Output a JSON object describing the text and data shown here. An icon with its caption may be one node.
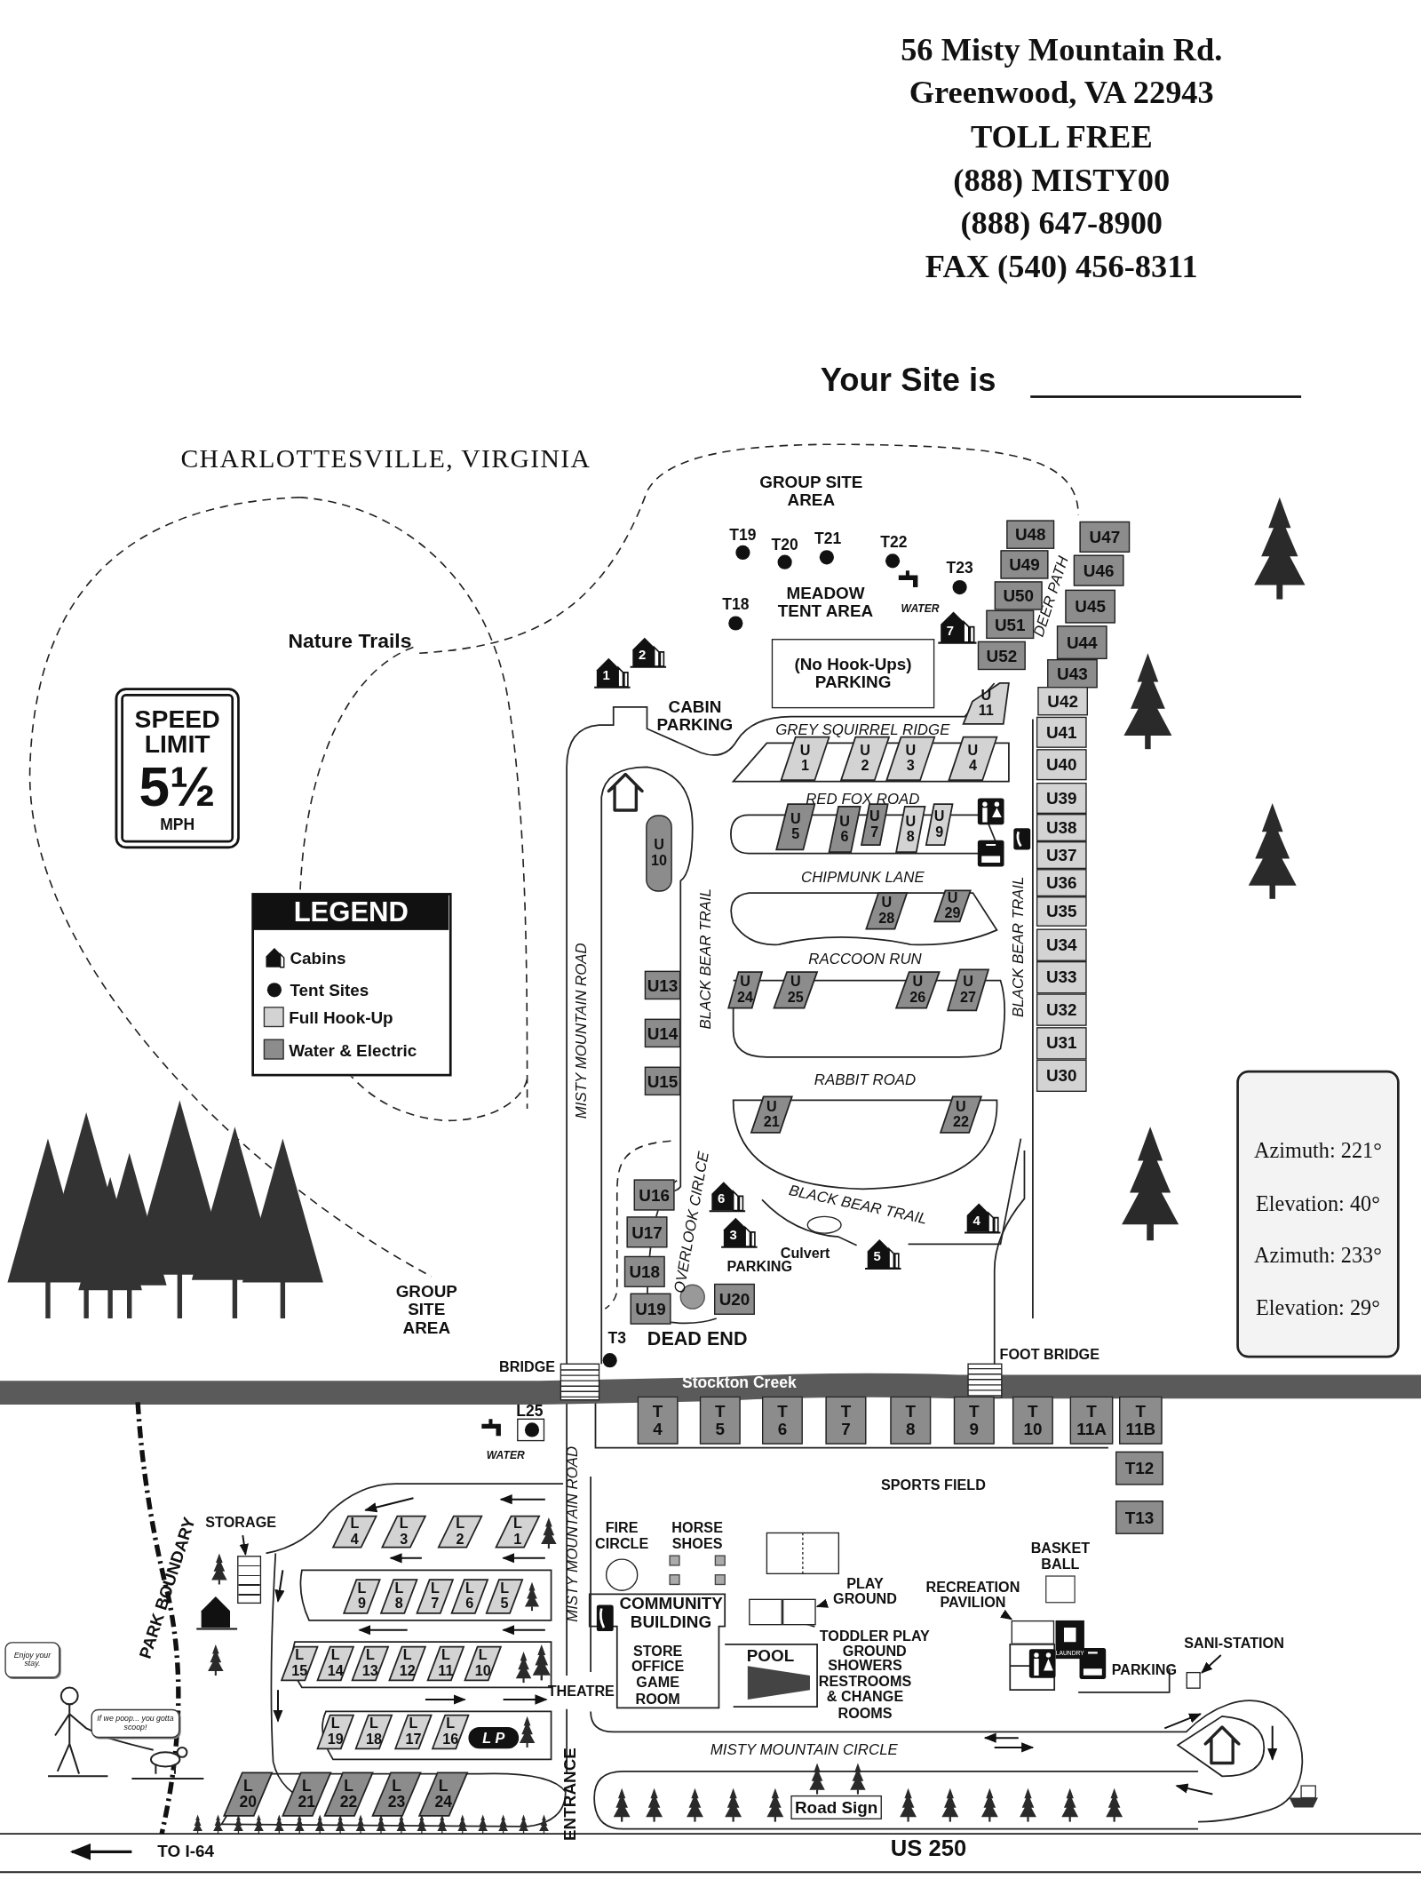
{
  "diagram": {
    "nodes": [
      {
        "text": [
          "U48"
        ]
      },
      {
        "text": [
          "U47"
        ]
      },
      {
        "text": [
          "U49"
        ]
      },
      {
        "text": [
          "U46"
        ]
      },
      {
        "text": [
          "U50"
        ]
      },
      {
        "text": [
          "U45"
        ]
      },
      {
        "text": [
          "U51"
        ]
      },
      {
        "text": [
          "U44"
        ]
      },
      {
        "text": [
          "U52"
        ]
      },
      {
        "text": [
          "U43"
        ]
      },
      {
        "text": [
          "1"
        ]
      },
      {
        "text": [
          "2"
        ]
      },
      {
        "text": [
          "7"
        ]
      },
      {
        "text": [
          "(No Hook-Ups) PARKING"
        ]
      },
      {
        "text": [
          "U 11"
        ]
      },
      {
        "text": [
          "U42"
        ]
      },
      {
        "text": [
          "SPEED LIMIT",
          "5½",
          "MPH"
        ]
      },
      {
        "text": [
          "U41"
        ]
      },
      {
        "text": [
          "U 1"
        ]
      },
      {
        "text": [
          "U 2"
        ]
      },
      {
        "text": [
          "U 3"
        ]
      },
      {
        "text": [
          "U 4"
        ]
      },
      {
        "text": [
          "U40"
        ]
      },
      {
        "text": [
          "U39"
        ]
      },
      {
        "text": [
          "U 5"
        ]
      },
      {
        "text": [
          "U 6"
        ]
      },
      {
        "text": [
          "U 7"
        ]
      },
      {
        "text": [
          "U 8"
        ]
      },
      {
        "text": [
          "U 9"
        ]
      },
      {
        "text": [
          "U38"
        ]
      },
      {
        "text": [
          "U37"
        ]
      },
      {
        "text": [
          "U 10"
        ]
      },
      {
        "text": [
          "U36"
        ]
      },
      {
        "text": [
          "U 28"
        ]
      },
      {
        "text": [
          "U 29"
        ]
      },
      {
        "text": [
          "U35"
        ]
      },
      {
        "text": [
          "U34"
        ]
      },
      {
        "text": [
          "U13"
        ]
      },
      {
        "text": [
          "U 24"
        ]
      },
      {
        "text": [
          "U 25"
        ]
      },
      {
        "text": [
          "U 26"
        ]
      },
      {
        "text": [
          "U 27"
        ]
      },
      {
        "text": [
          "U33"
        ]
      },
      {
        "text": [
          "U14"
        ]
      },
      {
        "text": [
          "U32"
        ]
      },
      {
        "text": [
          "U31"
        ]
      },
      {
        "text": [
          "U15"
        ]
      },
      {
        "text": [
          "U30"
        ]
      },
      {
        "text": [
          "U 21"
        ]
      },
      {
        "text": [
          "U 22"
        ]
      },
      {
        "text": [
          "Azimuth: 221°",
          "Elevation: 40°",
          "Azimuth: 233°",
          "Elevation: 29°"
        ]
      },
      {
        "text": [
          "U16"
        ]
      },
      {
        "text": [
          "6"
        ]
      },
      {
        "text": [
          "4"
        ]
      },
      {
        "text": [
          "U17"
        ]
      },
      {
        "text": [
          "3"
        ]
      },
      {
        "text": [
          "5"
        ]
      },
      {
        "text": [
          "U18"
        ]
      },
      {
        "text": [
          "U19"
        ]
      },
      {
        "text": [
          "U20"
        ]
      },
      {
        "text": [
          "T 4"
        ]
      },
      {
        "text": [
          "T 5"
        ]
      },
      {
        "text": [
          "T 6"
        ]
      },
      {
        "text": [
          "T 7"
        ]
      },
      {
        "text": [
          "T 8"
        ]
      },
      {
        "text": [
          "T 9"
        ]
      },
      {
        "text": [
          "T 10"
        ]
      },
      {
        "text": [
          "T 11A"
        ]
      },
      {
        "text": [
          "T 11B"
        ]
      },
      {
        "text": [
          "T12"
        ]
      },
      {
        "text": [
          "T13"
        ]
      },
      {
        "text": [
          "STORAGE"
        ]
      },
      {
        "text": [],
        "shape": "box"
      },
      {
        "text": [
          "L 4"
        ]
      },
      {
        "text": [
          "L 3"
        ]
      },
      {
        "text": [
          "L 2"
        ]
      },
      {
        "text": [
          "L 1"
        ]
      },
      {
        "text": [
          "L 9"
        ]
      },
      {
        "text": [
          "L 8"
        ]
      },
      {
        "text": [
          "L 7"
        ]
      },
      {
        "text": [
          "L 6"
        ]
      },
      {
        "text": [
          "L 5"
        ]
      },
      {
        "text": [
          "L 15"
        ]
      },
      {
        "text": [
          "L 14"
        ]
      },
      {
        "text": [
          "L 13"
        ]
      },
      {
        "text": [
          "L 12"
        ]
      },
      {
        "text": [
          "L 11"
        ]
      },
      {
        "text": [
          "L 10"
        ]
      },
      {
        "text": [
          "PLAY GROUND"
        ]
      },
      {
        "text": [
          "TODDLER PLAY GROUND"
        ]
      },
      {
        "text": [],
        "shape": "box"
      },
      {
        "text": [],
        "shape": "box"
      },
      {
        "text": [
          "RECREATION PAVILION"
        ]
      },
      {
        "text": [],
        "shape": "box"
      },
      {
        "text": [
          "SANI-STATION"
        ]
      },
      {
        "text": [],
        "shape": "box"
      },
      {
        "text": [
          "Enjoy your stay."
        ]
      },
      {
        "text": [
          "L 19"
        ]
      },
      {
        "text": [
          "L 18"
        ]
      },
      {
        "text": [
          "L 17"
        ]
      },
      {
        "text": [
          "L 16"
        ]
      },
      {
        "text": [
          "L P"
        ]
      },
      {
        "text": [
          "If we poop... you gotta scoop!"
        ]
      },
      {
        "text": [
          "L 20"
        ]
      },
      {
        "text": [
          "L 21"
        ]
      },
      {
        "text": [
          "L 22"
        ]
      },
      {
        "text": [
          "L 23"
        ]
      },
      {
        "text": [
          "L 24"
        ]
      },
      {
        "text": [
          "Road Sign"
        ]
      }
    ],
    "edges": [
      {
        "from": 71,
        "to": 72,
        "arrow": "to"
      },
      {
        "from": 88,
        "to": 91,
        "arrow": "to"
      },
      {
        "from": 89,
        "to": 90,
        "arrow": "to"
      },
      {
        "from": 92,
        "to": 93,
        "arrow": "to"
      },
      {
        "from": 94,
        "to": 95,
        "arrow": "to"
      }
    ],
    "labels": [
      "56 Misty Mountain Rd.",
      "Greenwood, VA 22943",
      "TOLL FREE",
      "(888) MISTY00",
      "(888) 647-8900",
      "FAX (540) 456-8311",
      "Your Site is",
      "CHARLOTTESVILLE, VIRGINIA",
      "GROUP SITE AREA",
      "T19",
      "T20",
      "T21",
      "T22",
      "T23",
      "T18",
      "MEADOW TENT AREA",
      "WATER",
      "Nature Trails",
      "CABIN PARKING",
      "GREY SQUIRREL RIDGE",
      "RED FOX ROAD",
      "DEER PATH",
      "CHIPMUNK LANE",
      "RACCOON RUN",
      "BLACK BEAR TRAIL",
      "BLACK BEAR TRAIL",
      "MISTY MOUNTAIN ROAD",
      "RABBIT ROAD",
      "OVERLOOK CIRLCE",
      "BLACK BEAR TRAIL",
      "Culvert",
      "PARKING",
      "GROUP SITE AREA",
      "T3",
      "DEAD END",
      "BRIDGE",
      "FOOT BRIDGE",
      "Stockton Creek",
      "L25",
      "WATER",
      "MISTY MOUNTAIN ROAD",
      "SPORTS FIELD",
      "PARK BOUNDARY",
      "FIRE CIRCLE",
      "HORSE SHOES",
      "BASKET BALL",
      "COMMUNITY BUILDING",
      "LAUNDRY",
      "STORE OFFICE GAME ROOM",
      "THEATRE",
      "POOL",
      "SHOWERS RESTROOMS & CHANGE ROOMS",
      "PARKING",
      "MISTY MOUNTAIN CIRCLE",
      "ENTRANCE",
      "TO I-64",
      "US 250",
      "LEGEND"
    ],
    "legend": [
      {
        "text": "Cabins"
      },
      {
        "text": "Tent Sites"
      },
      {
        "text": "Full Hook-Up",
        "color": "#d3d3d3"
      },
      {
        "text": "Water & Electric",
        "color": "#8c8c8c"
      }
    ]
  }
}
